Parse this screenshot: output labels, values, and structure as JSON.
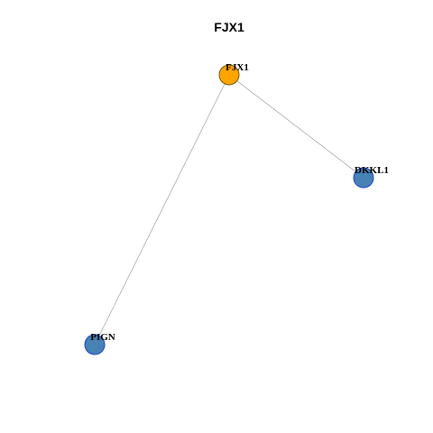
{
  "title": "FJX1",
  "colors": {
    "center_fill": "#FFA500",
    "center_stroke": "#7a5a10",
    "neighbor_fill": "#4682B4",
    "neighbor_stroke": "#1a3fcc",
    "edge": "#aaaaaa"
  },
  "nodes": [
    {
      "id": "FJX1",
      "label": "FJX1",
      "role": "center"
    },
    {
      "id": "DKKL1",
      "label": "DKKL1",
      "role": "neighbor"
    },
    {
      "id": "PIGN",
      "label": "PIGN",
      "role": "neighbor"
    }
  ],
  "edges": [
    {
      "source": "FJX1",
      "target": "DKKL1"
    },
    {
      "source": "FJX1",
      "target": "PIGN"
    }
  ]
}
